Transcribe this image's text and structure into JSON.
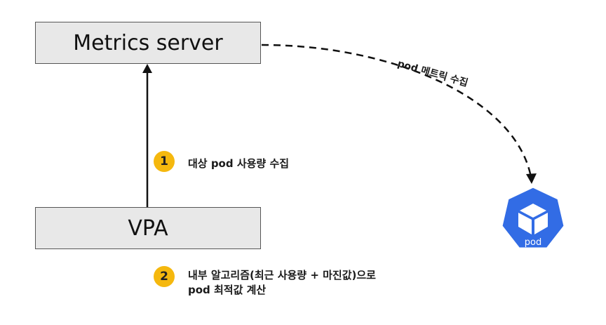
{
  "nodes": {
    "metrics_server": {
      "label": "Metrics server"
    },
    "vpa": {
      "label": "VPA"
    },
    "pod": {
      "label": "pod",
      "icon": "kubernetes-pod-icon",
      "color": "#326ce5"
    }
  },
  "steps": [
    {
      "number": "1",
      "text": "대상 pod 사용량 수집"
    },
    {
      "number": "2",
      "line1": "내부 알고리즘(최근 사용량 + 마진값)으로",
      "line2": "pod 최적값 계산"
    }
  ],
  "edges": {
    "pod_metrics": {
      "label": "pod 메트릭 수집",
      "style": "dashed"
    }
  },
  "colors": {
    "badge": "#f5b80e",
    "box_fill": "#e8e8e8",
    "pod_blue": "#326ce5"
  }
}
